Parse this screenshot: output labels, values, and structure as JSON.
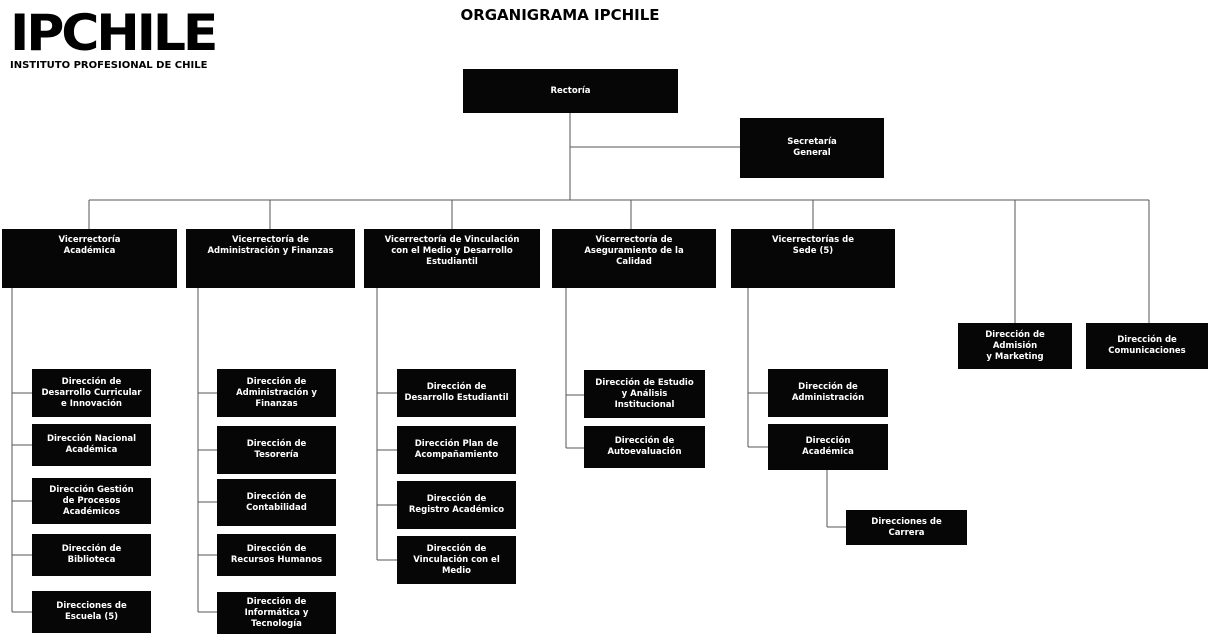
{
  "logo": {
    "name": "IPCHILE",
    "subtitle": "INSTITUTO PROFESIONAL DE CHILE"
  },
  "title": "ORGANIGRAMA IPCHILE",
  "colors": {
    "box": "#060606",
    "box_text": "#ffffff",
    "line": "#555555"
  },
  "top": {
    "rectoria": "Rectoría",
    "secretaria": "Secretaría\nGeneral"
  },
  "vicerrectorias": [
    "Vicerrectoría\nAcadémica",
    "Vicerrectoría de\nAdministración y Finanzas",
    "Vicerrectoría de Vinculación\ncon el Medio y Desarrollo\nEstudiantil",
    "Vicerrectoría de\nAseguramiento de la\nCalidad",
    "Vicerrectorías de\nSede (5)"
  ],
  "direcciones_independientes": [
    "Dirección de\nAdmisión\ny Marketing",
    "Dirección de\nComunicaciones"
  ],
  "columns": [
    {
      "items": [
        "Dirección de\nDesarrollo Curricular\ne Innovación",
        "Dirección Nacional\nAcadémica",
        "Dirección Gestión\nde Procesos\nAcadémicos",
        "Dirección de\nBiblioteca",
        "Direcciones de\nEscuela (5)"
      ]
    },
    {
      "items": [
        "Dirección de\nAdministración y\nFinanzas",
        "Dirección de\nTesorería",
        "Dirección de\nContabilidad",
        "Dirección de\nRecursos Humanos",
        "Dirección de\nInformática y\nTecnología"
      ]
    },
    {
      "items": [
        "Dirección de\nDesarrollo Estudiantil",
        "Dirección Plan de\nAcompañamiento",
        "Dirección de\nRegistro Académico",
        "Dirección de\nVinculación con el\nMedio"
      ]
    },
    {
      "items": [
        "Dirección de Estudio\ny Análisis\nInstitucional",
        "Dirección de\nAutoevaluación"
      ]
    },
    {
      "items": [
        "Dirección de\nAdministración",
        "Dirección\nAcadémica"
      ],
      "sub": "Direcciones de\nCarrera"
    }
  ]
}
